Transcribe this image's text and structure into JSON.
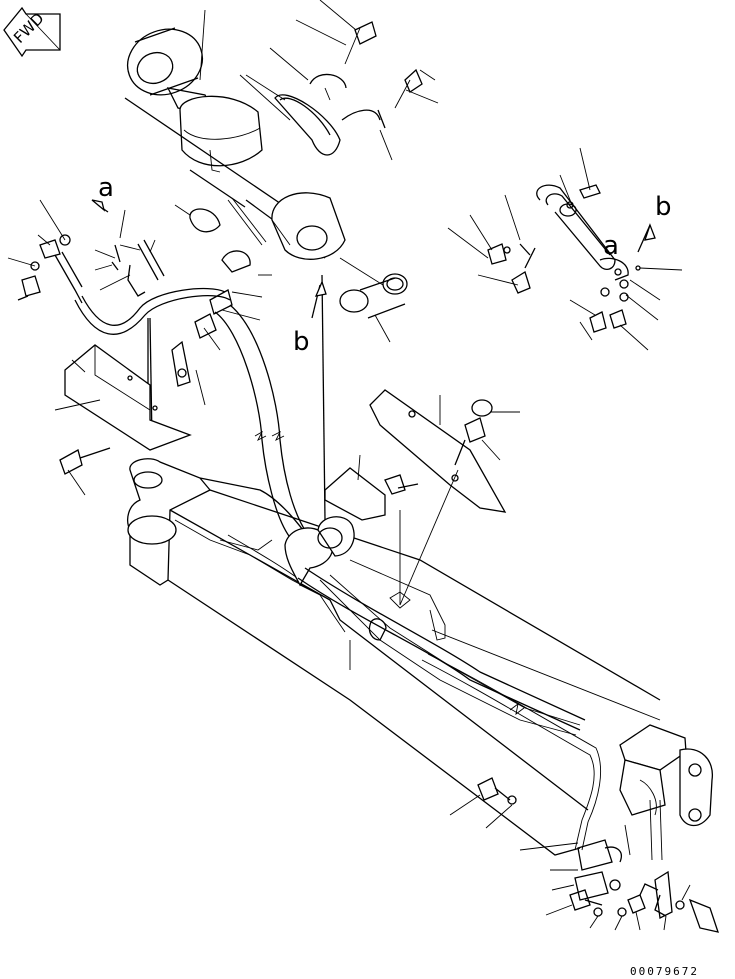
{
  "direction_marker": {
    "text": "FWD"
  },
  "view_labels": {
    "a_main": "a",
    "b_main": "b",
    "a_detail": "a",
    "b_detail": "b"
  },
  "drawing_number": "00079672",
  "icons": {
    "direction": "fwd-arrow-icon"
  }
}
